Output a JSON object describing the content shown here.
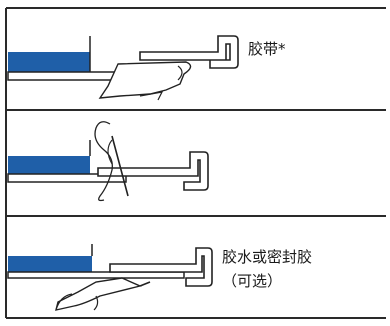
{
  "panels": [
    {
      "id": "tape",
      "label": "胶带*"
    },
    {
      "id": "tie",
      "label": ""
    },
    {
      "id": "glue",
      "label_line1": "胶水或密封胶",
      "label_line2": "（可选）"
    }
  ],
  "colors": {
    "frame": "#2a2a2a",
    "blue_bar": "#1f5fa8",
    "line": "#222222",
    "paper": "#ffffff"
  },
  "icons": [
    "tape-hand-icon",
    "thread-tie-icon",
    "glue-bottle-hand-icon"
  ]
}
